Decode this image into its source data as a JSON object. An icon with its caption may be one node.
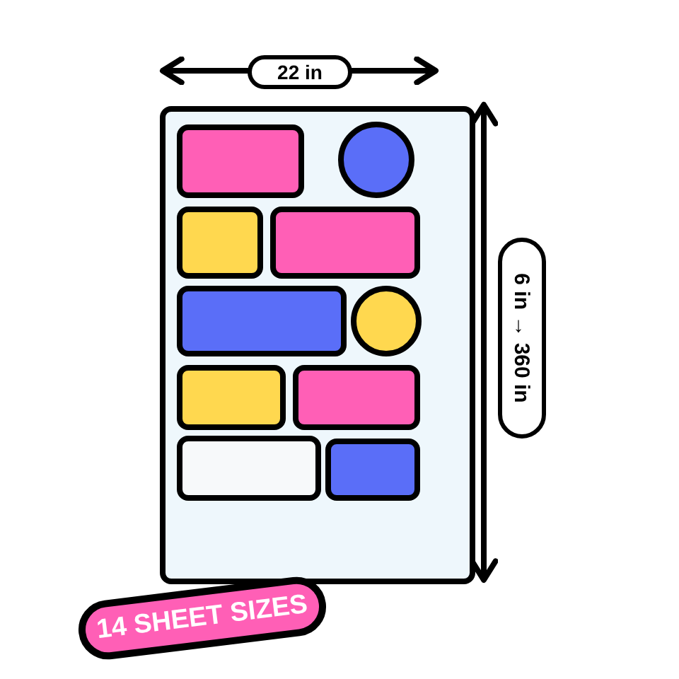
{
  "diagram": {
    "labels": [
      "22 in",
      "6 in → 360 in",
      "14 SHEET SIZES"
    ]
  }
}
